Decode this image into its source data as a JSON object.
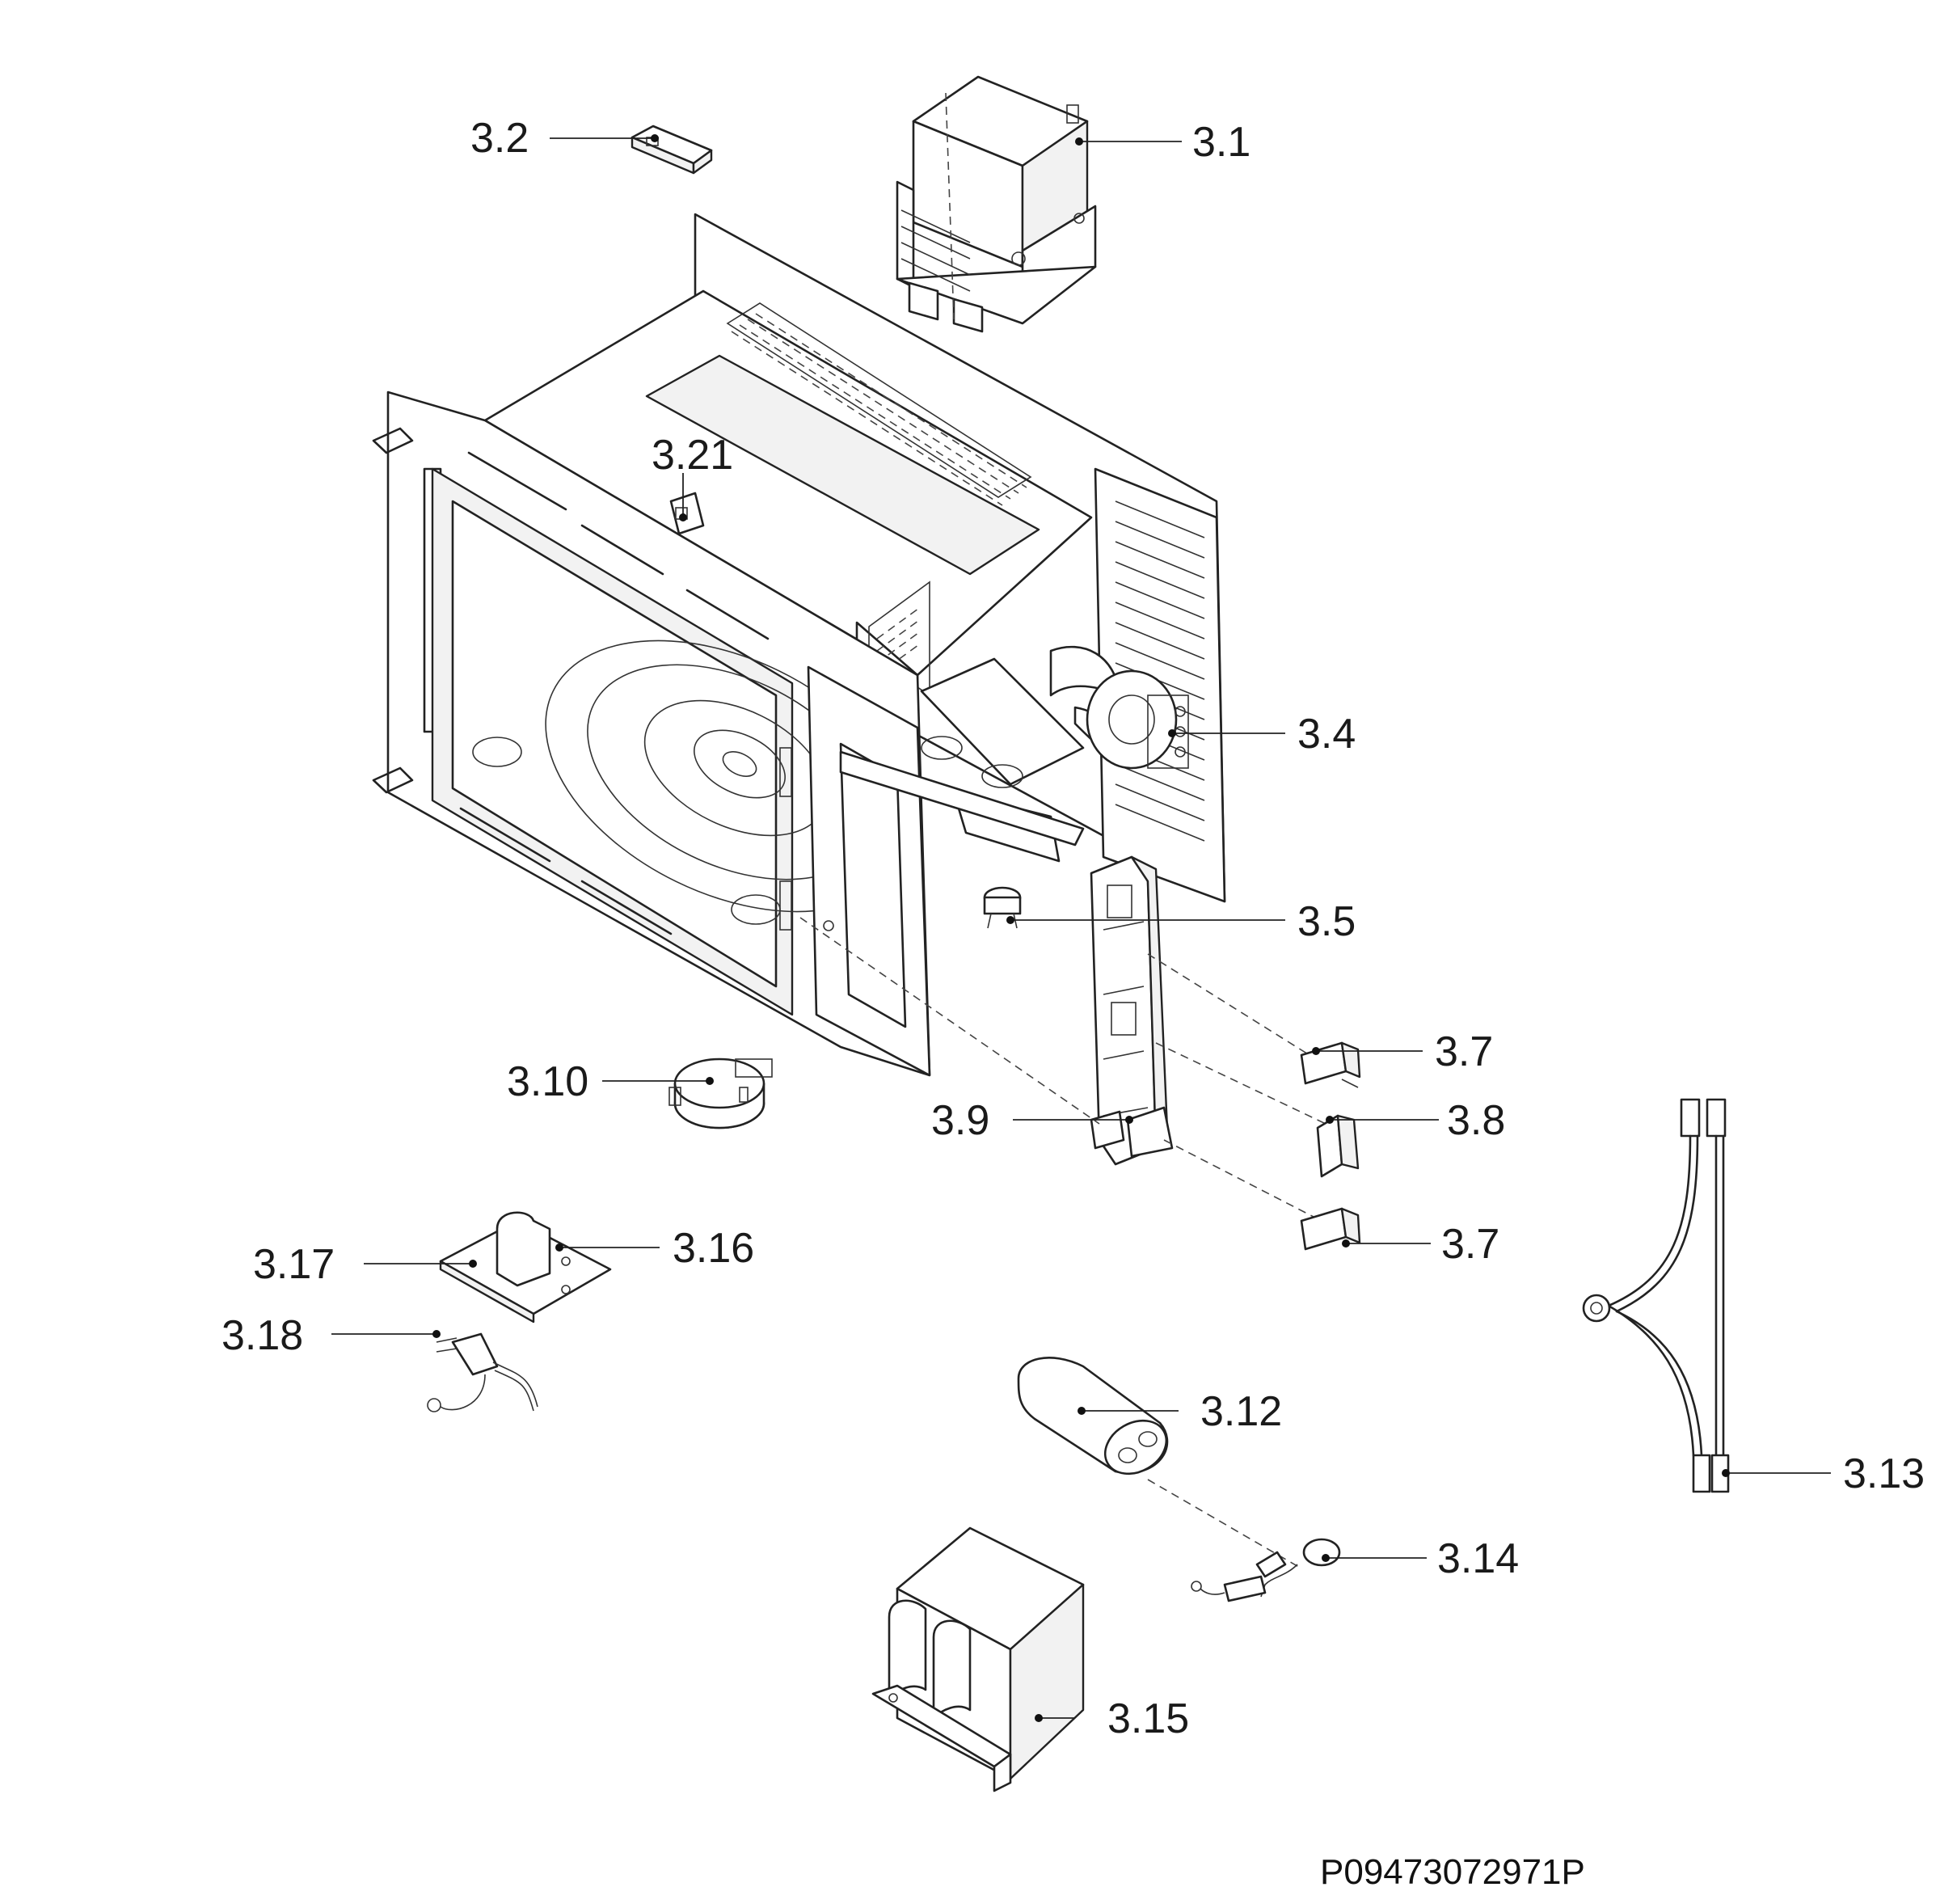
{
  "diagram": {
    "type": "exploded-parts-view",
    "document_id": "P09473072971P",
    "callouts": [
      {
        "id": "3.1",
        "label": "3.1"
      },
      {
        "id": "3.2",
        "label": "3.2"
      },
      {
        "id": "3.21",
        "label": "3.21"
      },
      {
        "id": "3.4",
        "label": "3.4"
      },
      {
        "id": "3.5",
        "label": "3.5"
      },
      {
        "id": "3.7a",
        "label": "3.7"
      },
      {
        "id": "3.8",
        "label": "3.8"
      },
      {
        "id": "3.9",
        "label": "3.9"
      },
      {
        "id": "3.7b",
        "label": "3.7"
      },
      {
        "id": "3.10",
        "label": "3.10"
      },
      {
        "id": "3.16",
        "label": "3.16"
      },
      {
        "id": "3.17",
        "label": "3.17"
      },
      {
        "id": "3.18",
        "label": "3.18"
      },
      {
        "id": "3.12",
        "label": "3.12"
      },
      {
        "id": "3.13",
        "label": "3.13"
      },
      {
        "id": "3.14",
        "label": "3.14"
      },
      {
        "id": "3.15",
        "label": "3.15"
      }
    ]
  }
}
